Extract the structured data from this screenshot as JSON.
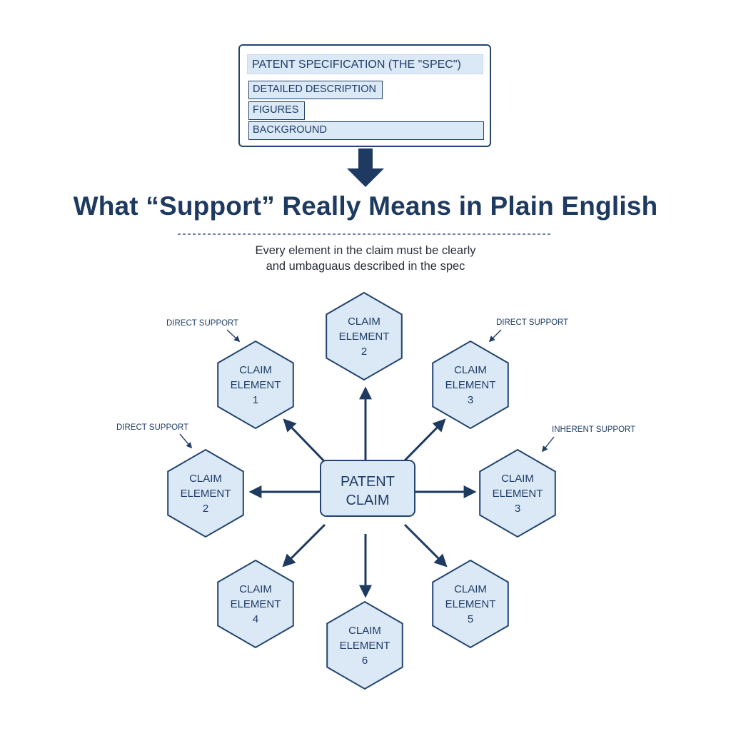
{
  "spec": {
    "title": "PATENT SPECIFICATION (THE \"SPEC\")",
    "rows": [
      "DETAILED DESCRIPTION",
      "FIGURES",
      "BACKGROUND"
    ]
  },
  "title": "What “Support” Really Means in Plain English",
  "subtitle": {
    "line1": "Every element in the claim must be clearly",
    "line2": "and umbaguaus described in the spec"
  },
  "center": {
    "line1": "PATENT",
    "line2": "CLAIM"
  },
  "elements": [
    {
      "lines": [
        "CLAIM",
        "ELEMENT",
        "2"
      ]
    },
    {
      "lines": [
        "CLAIM",
        "ELEMENT",
        "1"
      ]
    },
    {
      "lines": [
        "CLAIM",
        "ELEMENT",
        "3"
      ]
    },
    {
      "lines": [
        "CLAIM",
        "ELEMENT",
        "2"
      ]
    },
    {
      "lines": [
        "CLAIM",
        "ELEMENT",
        "3"
      ]
    },
    {
      "lines": [
        "CLAIM",
        "ELEMENT",
        "4"
      ]
    },
    {
      "lines": [
        "CLAIM",
        "ELEMENT",
        "5"
      ]
    },
    {
      "lines": [
        "CLAIM",
        "ELEMENT",
        "6"
      ]
    }
  ],
  "callouts": [
    {
      "text": "DIRECT SUPPORT"
    },
    {
      "text": "DIRECT SUPPORT"
    },
    {
      "text": "DIRECT SUPPORT"
    },
    {
      "text": "INHERENT SUPPORT"
    }
  ],
  "colors": {
    "navy": "#1f3d66",
    "fill": "#dbe8f6",
    "arrow": "#1e3a60"
  }
}
